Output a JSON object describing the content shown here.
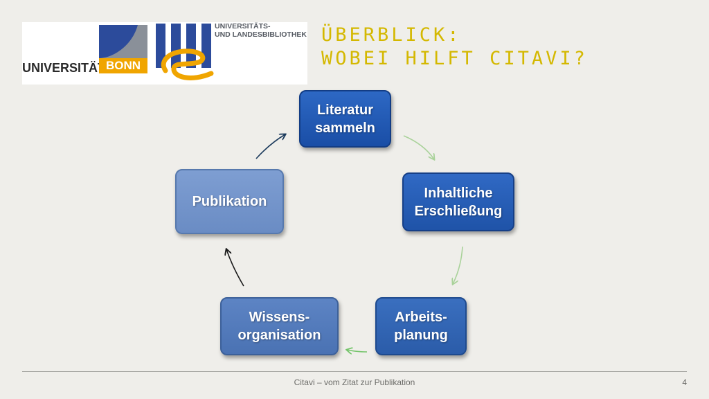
{
  "logo": {
    "university_word": "UNIVERSITÄT",
    "bonn_word": "BONN",
    "library_line1": "UNIVERSITÄTS-",
    "library_line2": "UND LANDESBIBLIOTHEK"
  },
  "title": {
    "line1": "ÜBERBLICK:",
    "line2": "WOBEI HILFT CITAVI?"
  },
  "cycle": {
    "nodes": [
      {
        "line1": "Literatur",
        "line2": "sammeln"
      },
      {
        "line1": "Inhaltliche",
        "line2": "Erschließung"
      },
      {
        "line1": "Arbeits-",
        "line2": "planung"
      },
      {
        "line1": "Wissens-",
        "line2": "organisation"
      },
      {
        "line1": "Publikation"
      }
    ]
  },
  "footer": {
    "text": "Citavi – vom Zitat zur Publikation",
    "page_number": "4"
  },
  "colors": {
    "title": "#d4b800",
    "background": "#efeeea",
    "node_dark": "#1a4ea6",
    "node_light": "#6a8cc4",
    "arrow_green": "#a9d29a",
    "arrow_dark": "#1b3a5c"
  }
}
